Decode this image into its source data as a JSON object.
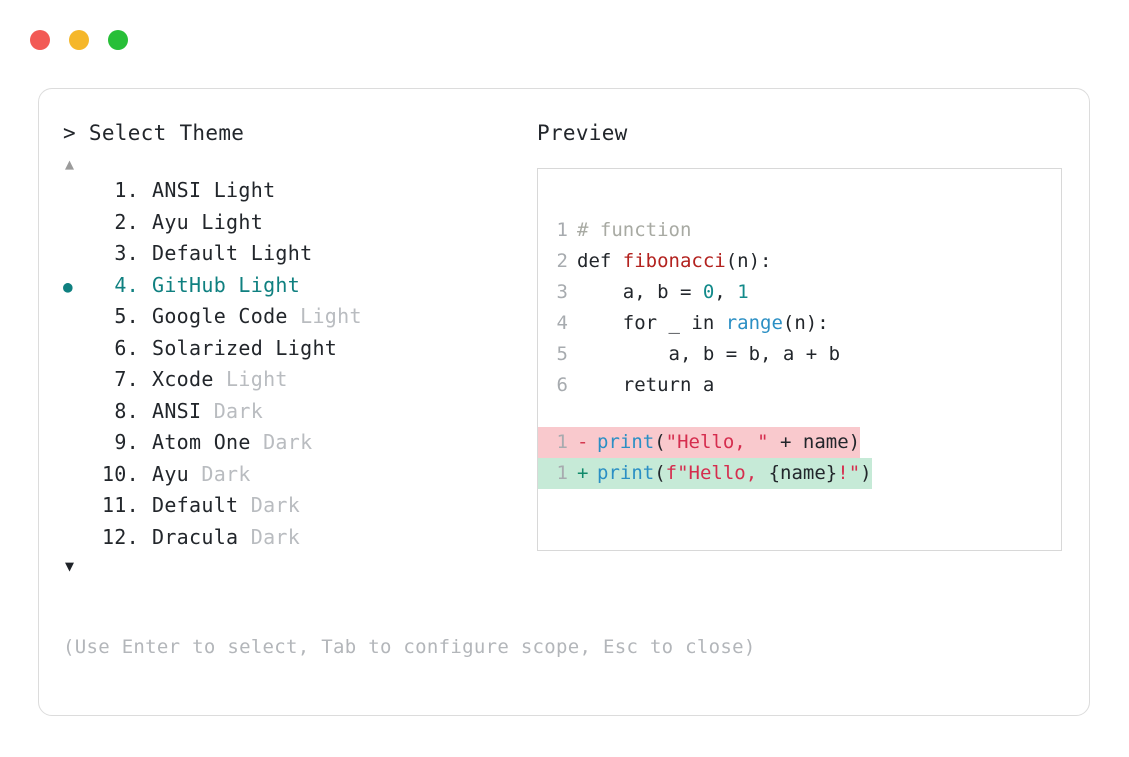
{
  "window": {
    "dots": [
      {
        "name": "close-dot",
        "color": "#f25a55"
      },
      {
        "name": "minimize-dot",
        "color": "#f5b72a"
      },
      {
        "name": "maximize-dot",
        "color": "#27bf38"
      }
    ]
  },
  "picker": {
    "prompt_prefix": ">",
    "header": "> Select Theme",
    "scroll_up_glyph": "▲",
    "scroll_down_glyph": "▼",
    "selected_bullet": "●",
    "selected_index": 4,
    "items": [
      {
        "index": "1.",
        "name": "ANSI",
        "variant": " Light",
        "variant_muted": false,
        "selected": false,
        "bullet": ""
      },
      {
        "index": "2.",
        "name": "Ayu",
        "variant": " Light",
        "variant_muted": false,
        "selected": false,
        "bullet": ""
      },
      {
        "index": "3.",
        "name": "Default",
        "variant": " Light",
        "variant_muted": false,
        "selected": false,
        "bullet": ""
      },
      {
        "index": "4.",
        "name": "GitHub",
        "variant": " Light",
        "variant_muted": false,
        "selected": true,
        "bullet": "●"
      },
      {
        "index": "5.",
        "name": "Google Code",
        "variant": " Light",
        "variant_muted": true,
        "selected": false,
        "bullet": ""
      },
      {
        "index": "6.",
        "name": "Solarized",
        "variant": " Light",
        "variant_muted": false,
        "selected": false,
        "bullet": ""
      },
      {
        "index": "7.",
        "name": "Xcode",
        "variant": " Light",
        "variant_muted": true,
        "selected": false,
        "bullet": ""
      },
      {
        "index": "8.",
        "name": "ANSI",
        "variant": " Dark",
        "variant_muted": true,
        "selected": false,
        "bullet": ""
      },
      {
        "index": "9.",
        "name": "Atom One",
        "variant": " Dark",
        "variant_muted": true,
        "selected": false,
        "bullet": ""
      },
      {
        "index": "10.",
        "name": "Ayu",
        "variant": " Dark",
        "variant_muted": true,
        "selected": false,
        "bullet": ""
      },
      {
        "index": "11.",
        "name": "Default",
        "variant": " Dark",
        "variant_muted": true,
        "selected": false,
        "bullet": ""
      },
      {
        "index": "12.",
        "name": "Dracula",
        "variant": " Dark",
        "variant_muted": true,
        "selected": false,
        "bullet": ""
      }
    ]
  },
  "preview": {
    "header": "Preview",
    "code_lines": [
      {
        "no": "1",
        "tokens": [
          {
            "t": "# function",
            "c": "comment"
          }
        ]
      },
      {
        "no": "2",
        "tokens": [
          {
            "t": "def ",
            "c": "kw"
          },
          {
            "t": "fibonacci",
            "c": "fn"
          },
          {
            "t": "(n):",
            "c": "plain"
          }
        ]
      },
      {
        "no": "3",
        "tokens": [
          {
            "t": "    a, b = ",
            "c": "plain"
          },
          {
            "t": "0",
            "c": "num"
          },
          {
            "t": ", ",
            "c": "plain"
          },
          {
            "t": "1",
            "c": "num"
          }
        ]
      },
      {
        "no": "4",
        "tokens": [
          {
            "t": "    for _ in ",
            "c": "plain"
          },
          {
            "t": "range",
            "c": "builtin"
          },
          {
            "t": "(n):",
            "c": "plain"
          }
        ]
      },
      {
        "no": "5",
        "tokens": [
          {
            "t": "        a, b = b, a + b",
            "c": "plain"
          }
        ]
      },
      {
        "no": "6",
        "tokens": [
          {
            "t": "    return a",
            "c": "plain"
          }
        ]
      }
    ],
    "diff_lines": [
      {
        "no": "1",
        "kind": "removed",
        "marker": "-",
        "tokens": [
          {
            "t": "print",
            "c": "builtin"
          },
          {
            "t": "(",
            "c": "plain"
          },
          {
            "t": "\"Hello, \"",
            "c": "str"
          },
          {
            "t": " + name)",
            "c": "plain"
          }
        ]
      },
      {
        "no": "1",
        "kind": "added",
        "marker": "+",
        "tokens": [
          {
            "t": "print",
            "c": "builtin"
          },
          {
            "t": "(",
            "c": "plain"
          },
          {
            "t": "f\"Hello, ",
            "c": "str"
          },
          {
            "t": "{name}",
            "c": "plain"
          },
          {
            "t": "!\"",
            "c": "str"
          },
          {
            "t": ")",
            "c": "plain"
          }
        ]
      }
    ]
  },
  "footer": {
    "hint": "(Use Enter to select, Tab to configure scope, Esc to close)"
  },
  "colors": {
    "accent_teal": "#0f8080",
    "muted_text": "#b9bcc0",
    "diff_removed_bg": "#f9c9cd",
    "diff_added_bg": "#c6ead7",
    "card_border": "#dcdcdc"
  }
}
